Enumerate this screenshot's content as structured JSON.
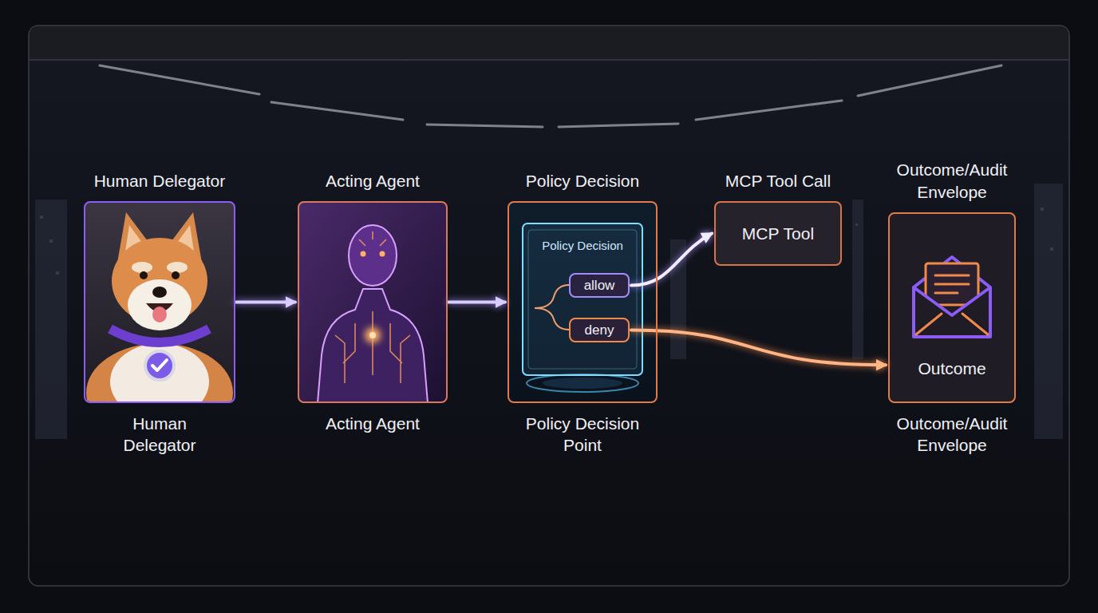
{
  "diagram": {
    "nodes": [
      {
        "text": [
          "Human Delegator",
          "Human Delegator"
        ]
      },
      {
        "text": [
          "Acting Agent",
          "Acting Agent"
        ]
      },
      {
        "text": [
          "Policy Decision",
          "Policy Decision",
          "Policy Decision Point"
        ]
      },
      {
        "text": [
          "allow"
        ],
        "in": 2
      },
      {
        "text": [
          "deny"
        ],
        "in": 2
      },
      {
        "text": [
          "MCP Tool Call",
          "MCP Tool"
        ]
      },
      {
        "text": [
          "Outcome/Audit Envelope",
          "Outcome",
          "Outcome/Audit Envelope"
        ]
      }
    ],
    "edges": [
      {
        "from": 0,
        "to": 1,
        "arrow": "to"
      },
      {
        "from": 1,
        "to": 2,
        "arrow": "to"
      },
      {
        "from": 3,
        "to": 5,
        "arrow": "to"
      },
      {
        "from": 4,
        "to": 6,
        "arrow": "to"
      }
    ]
  }
}
